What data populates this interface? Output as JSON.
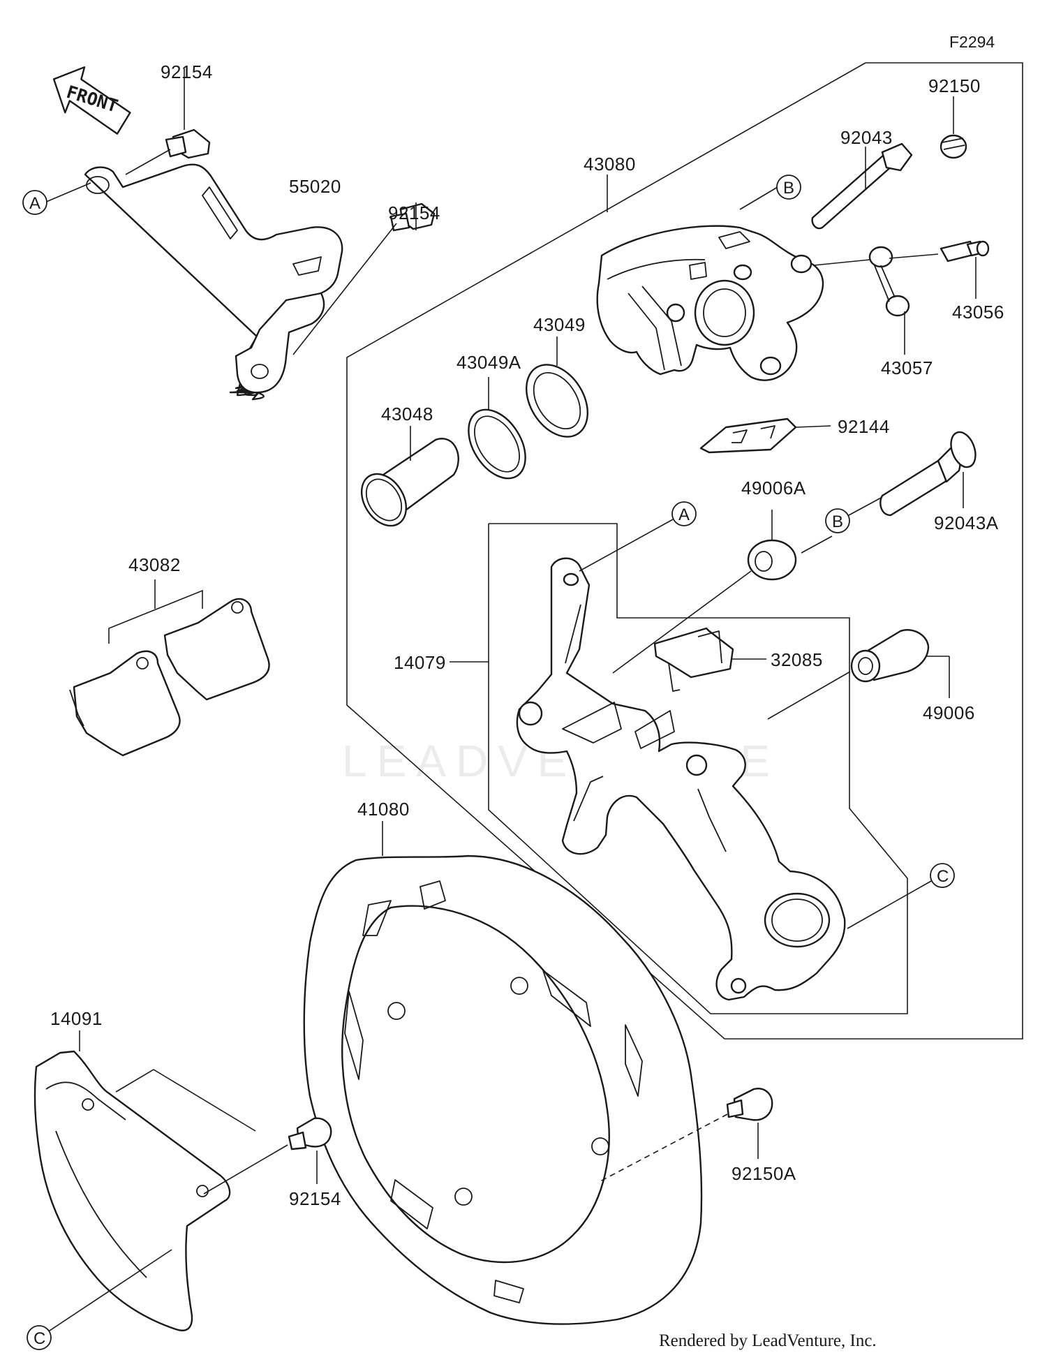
{
  "diagram_code": "F2294",
  "front_label": "FRONT",
  "watermark": "LEADVENTURE",
  "credit": "Rendered by LeadVenture, Inc.",
  "references": {
    "a": "A",
    "b": "B",
    "c": "C"
  },
  "part_numbers": {
    "p92154_top": "92154",
    "p55020": "55020",
    "p92154_mid": "92154",
    "p43080": "43080",
    "p92150": "92150",
    "p92043": "92043",
    "p43056": "43056",
    "p43057": "43057",
    "p43049": "43049",
    "p43049a": "43049A",
    "p43048": "43048",
    "p92144": "92144",
    "p49006a": "49006A",
    "p92043a": "92043A",
    "p43082": "43082",
    "p32085": "32085",
    "p14079": "14079",
    "p49006": "49006",
    "p41080": "41080",
    "p14091": "14091",
    "p92154_bot": "92154",
    "p92150a": "92150A"
  }
}
